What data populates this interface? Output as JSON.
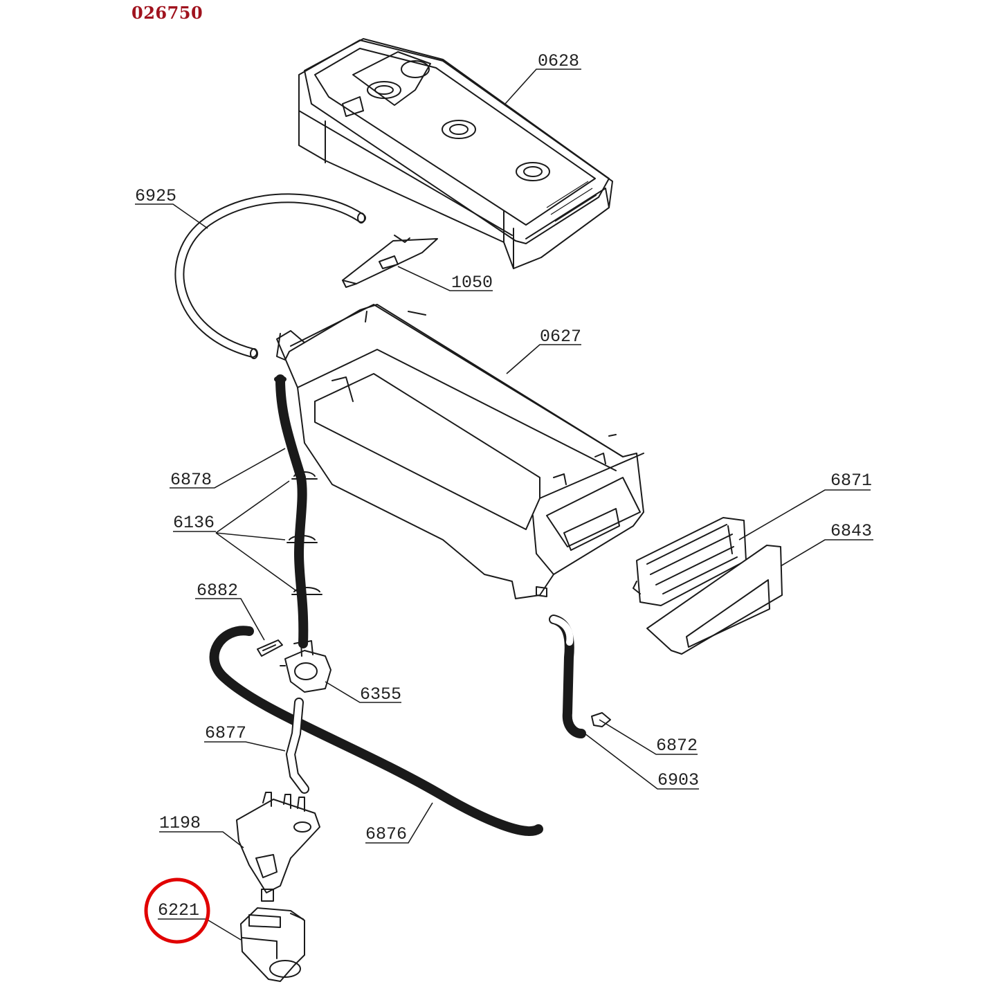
{
  "document": {
    "code": "026750",
    "highlight_color": "#e10000",
    "code_color": "#a0131e"
  },
  "parts": [
    {
      "key": "p0628",
      "number": "0628"
    },
    {
      "key": "p6925",
      "number": "6925"
    },
    {
      "key": "p1050",
      "number": "1050"
    },
    {
      "key": "p0627",
      "number": "0627"
    },
    {
      "key": "p6878",
      "number": "6878"
    },
    {
      "key": "p6136",
      "number": "6136"
    },
    {
      "key": "p6871",
      "number": "6871"
    },
    {
      "key": "p6843",
      "number": "6843"
    },
    {
      "key": "p6882",
      "number": "6882"
    },
    {
      "key": "p6355",
      "number": "6355"
    },
    {
      "key": "p6877",
      "number": "6877"
    },
    {
      "key": "p6872",
      "number": "6872"
    },
    {
      "key": "p6903",
      "number": "6903"
    },
    {
      "key": "p1198",
      "number": "1198"
    },
    {
      "key": "p6876",
      "number": "6876"
    },
    {
      "key": "p6221",
      "number": "6221",
      "highlighted": true
    }
  ],
  "labels": {
    "p0628": "0628",
    "p6925": "6925",
    "p1050": "1050",
    "p0627": "0627",
    "p6878": "6878",
    "p6136": "6136",
    "p6871": "6871",
    "p6843": "6843",
    "p6882": "6882",
    "p6355": "6355",
    "p6877": "6877",
    "p6872": "6872",
    "p6903": "6903",
    "p1198": "1198",
    "p6876": "6876",
    "p6221": "6221"
  }
}
